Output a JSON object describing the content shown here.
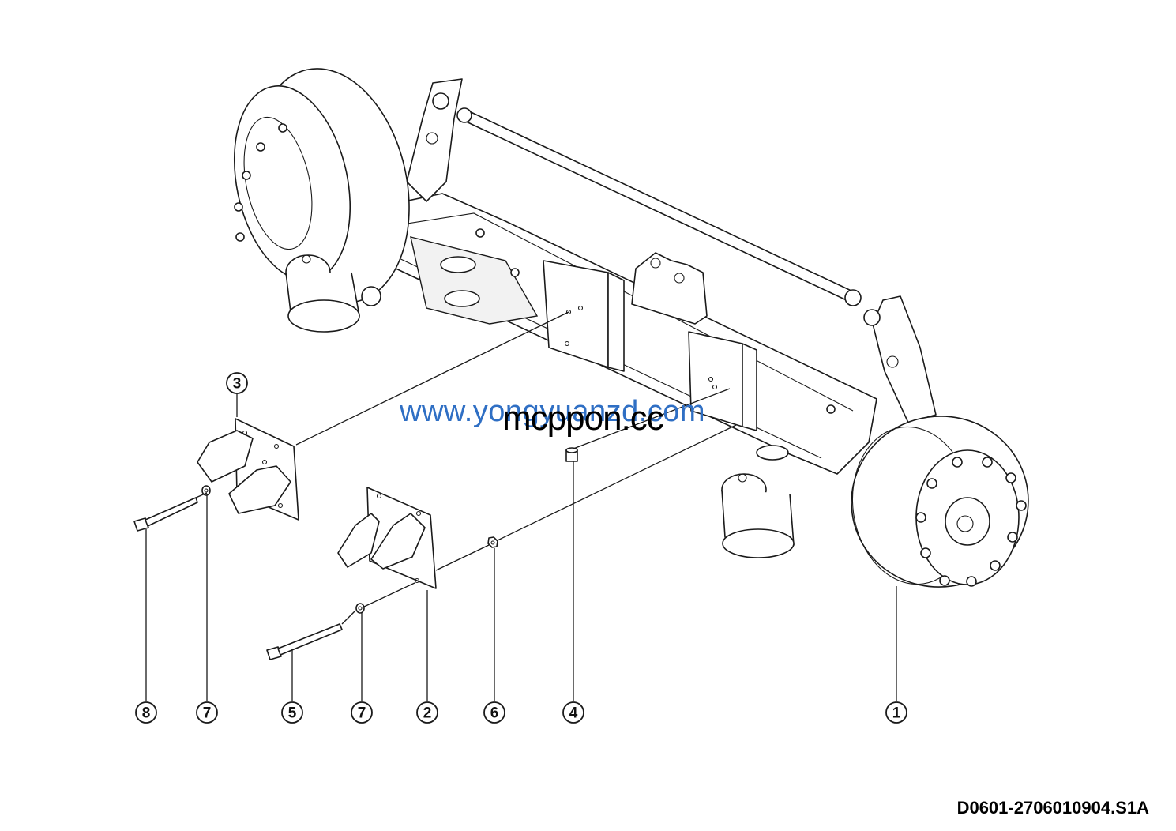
{
  "diagram": {
    "callouts": [
      {
        "id": "c8",
        "label": "8"
      },
      {
        "id": "c7a",
        "label": "7"
      },
      {
        "id": "c5",
        "label": "5"
      },
      {
        "id": "c7b",
        "label": "7"
      },
      {
        "id": "c2",
        "label": "2"
      },
      {
        "id": "c6",
        "label": "6"
      },
      {
        "id": "c4",
        "label": "4"
      },
      {
        "id": "c1",
        "label": "1"
      },
      {
        "id": "c3",
        "label": "3"
      }
    ],
    "drawing_code": "D0601-2706010904.S1A"
  },
  "watermarks": {
    "blue": "www.yongyuanzd.com",
    "black": "mcppon.cc"
  }
}
